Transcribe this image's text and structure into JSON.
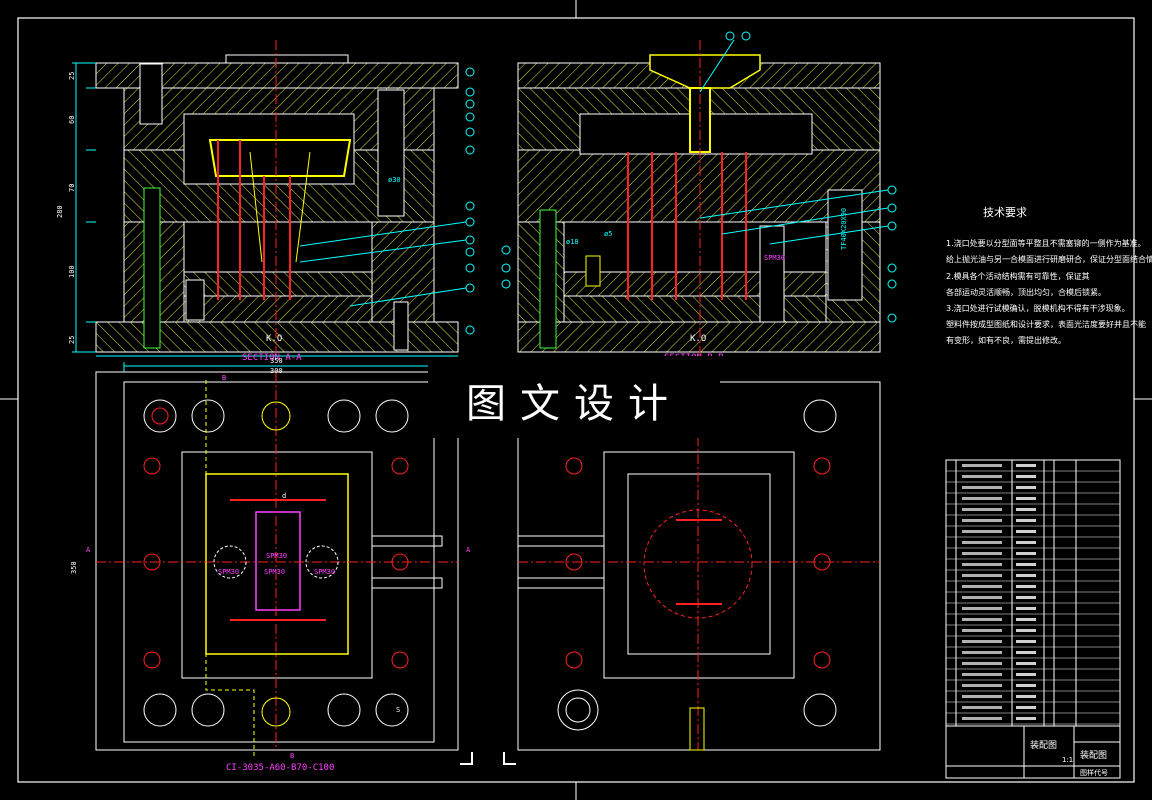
{
  "watermark": "图文设计",
  "technical_requirements": {
    "title": "技术要求",
    "lines": [
      "1.浇口处要以分型面等平整且不需塞铆的一侧作为基准。",
      "给上抛光油与另一合模面进行研磨研合，保证分型面结合情况。",
      "2.模具各个活动结构需有可靠性，保证其",
      "各部运动灵活顺畅，顶出均匀，合模后锁紧。",
      "3.浇口处进行试模确认，脱模机构不得有干涉现象。",
      "塑料件按成型图纸和设计要求，表面光洁度要好并且不能",
      "有变形，如有不良，需提出修改。"
    ]
  },
  "section_labels": {
    "left_top": "SECTION A-A",
    "right_top": "SECTION B-B",
    "mold_base_code": "CI-3035-A60-B70-C100"
  },
  "markers": {
    "ko_left": "K.O",
    "ko_right": "K.O",
    "spm_1": "SPM30",
    "spm_2": "SPM30",
    "spm_3": "SPM30",
    "spm_4": "SPM30",
    "spm_right": "SPM30",
    "hole_1": "ø18",
    "hole_2": "ø5",
    "hole_3": "ø30",
    "bolt_vertical": "TF40X20X90",
    "section_a1": "A",
    "section_a2": "A",
    "section_b1": "B",
    "section_b2": "B",
    "d_label": "d",
    "s_label": "S"
  },
  "dimensions": {
    "overall_height": "280",
    "plate_25_top": "25",
    "plate_60": "60",
    "plate_70": "70",
    "plate_100": "100",
    "plate_25_bottom": "25",
    "width_350": "350",
    "width_300": "300",
    "plan_height": "350"
  },
  "title_block": {
    "drawing_name": "装配图",
    "drawing_name_2": "装配图",
    "drawing_code": "图样代号",
    "scale": "1:1"
  },
  "colors": {
    "background": "#000000",
    "yellow": "#ffff00",
    "red": "#ff2020",
    "cyan": "#00ffff",
    "white": "#ffffff",
    "magenta": "#ff40ff",
    "green": "#40ff40",
    "blue": "#4060ff",
    "brown": "#d08040",
    "grey": "#a0a0a0"
  }
}
